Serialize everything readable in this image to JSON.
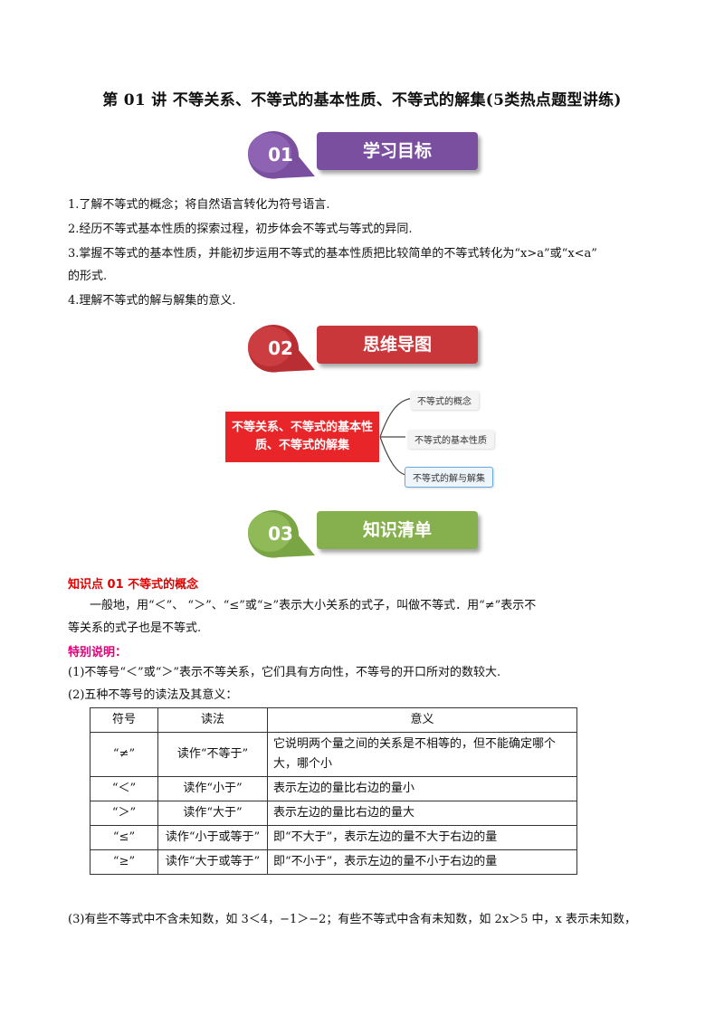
{
  "title": "第 01 讲  不等关系、不等式的基本性质、不等式的解集(5类热点题型讲练)",
  "sections": [
    {
      "num": "01",
      "label": "学习目标",
      "color": "#7a4fa0"
    },
    {
      "num": "02",
      "label": "思维导图",
      "color": "#c9373b"
    },
    {
      "num": "03",
      "label": "知识清单",
      "color": "#86b04e"
    }
  ],
  "objectives": [
    "1.了解不等式的概念；将自然语言转化为符号语言.",
    "2.经历不等式基本性质的探索过程，初步体会不等式与等式的异同.",
    "3.掌握不等式的基本性质，并能初步运用不等式的基本性质把比较简单的不等式转化为“x>a”或“x<a”",
    "的形式.",
    "4.理解不等式的解与解集的意义."
  ],
  "mindmap": {
    "center": "不等关系、不等式的基本性质、不等式的解集",
    "branches": [
      "不等式的概念",
      "不等式的基本性质",
      "不等式的解与解集"
    ]
  },
  "knowledge": {
    "point1_head": "知识点 01    不等式的概念",
    "para1_line1": "一般地，用“＜”、 “＞”、“≤”或“≥”表示大小关系的式子，叫做不等式．用“≠”表示不",
    "para1_line2": "等关系的式子也是不等式.",
    "special_head": "特别说明：",
    "note1": "(1)不等号“＜”或“＞”表示不等关系，它们具有方向性，不等号的开口所对的数较大.",
    "note2": "(2)五种不等号的读法及其意义：",
    "note3": "(3)有些不等式中不含未知数，如 3＜4，−1＞−2；有些不等式中含有未知数，如 2x＞5 中，x 表示未知数，"
  },
  "table": {
    "headers": [
      "符号",
      "读法",
      "意义"
    ],
    "rows": [
      [
        "“≠”",
        "读作“不等于”",
        "它说明两个量之间的关系是不相等的，但不能确定哪个大，哪个小"
      ],
      [
        "“＜”",
        "读作“小于”",
        "表示左边的量比右边的量小"
      ],
      [
        "“＞”",
        "读作“大于”",
        "表示左边的量比右边的量大"
      ],
      [
        "“≤”",
        "读作“小于或等于”",
        "即“不大于”，表示左边的量不大于右边的量"
      ],
      [
        "“≥”",
        "读作“大于或等于”",
        "即“不小于”，表示左边的量不小于右边的量"
      ]
    ]
  }
}
